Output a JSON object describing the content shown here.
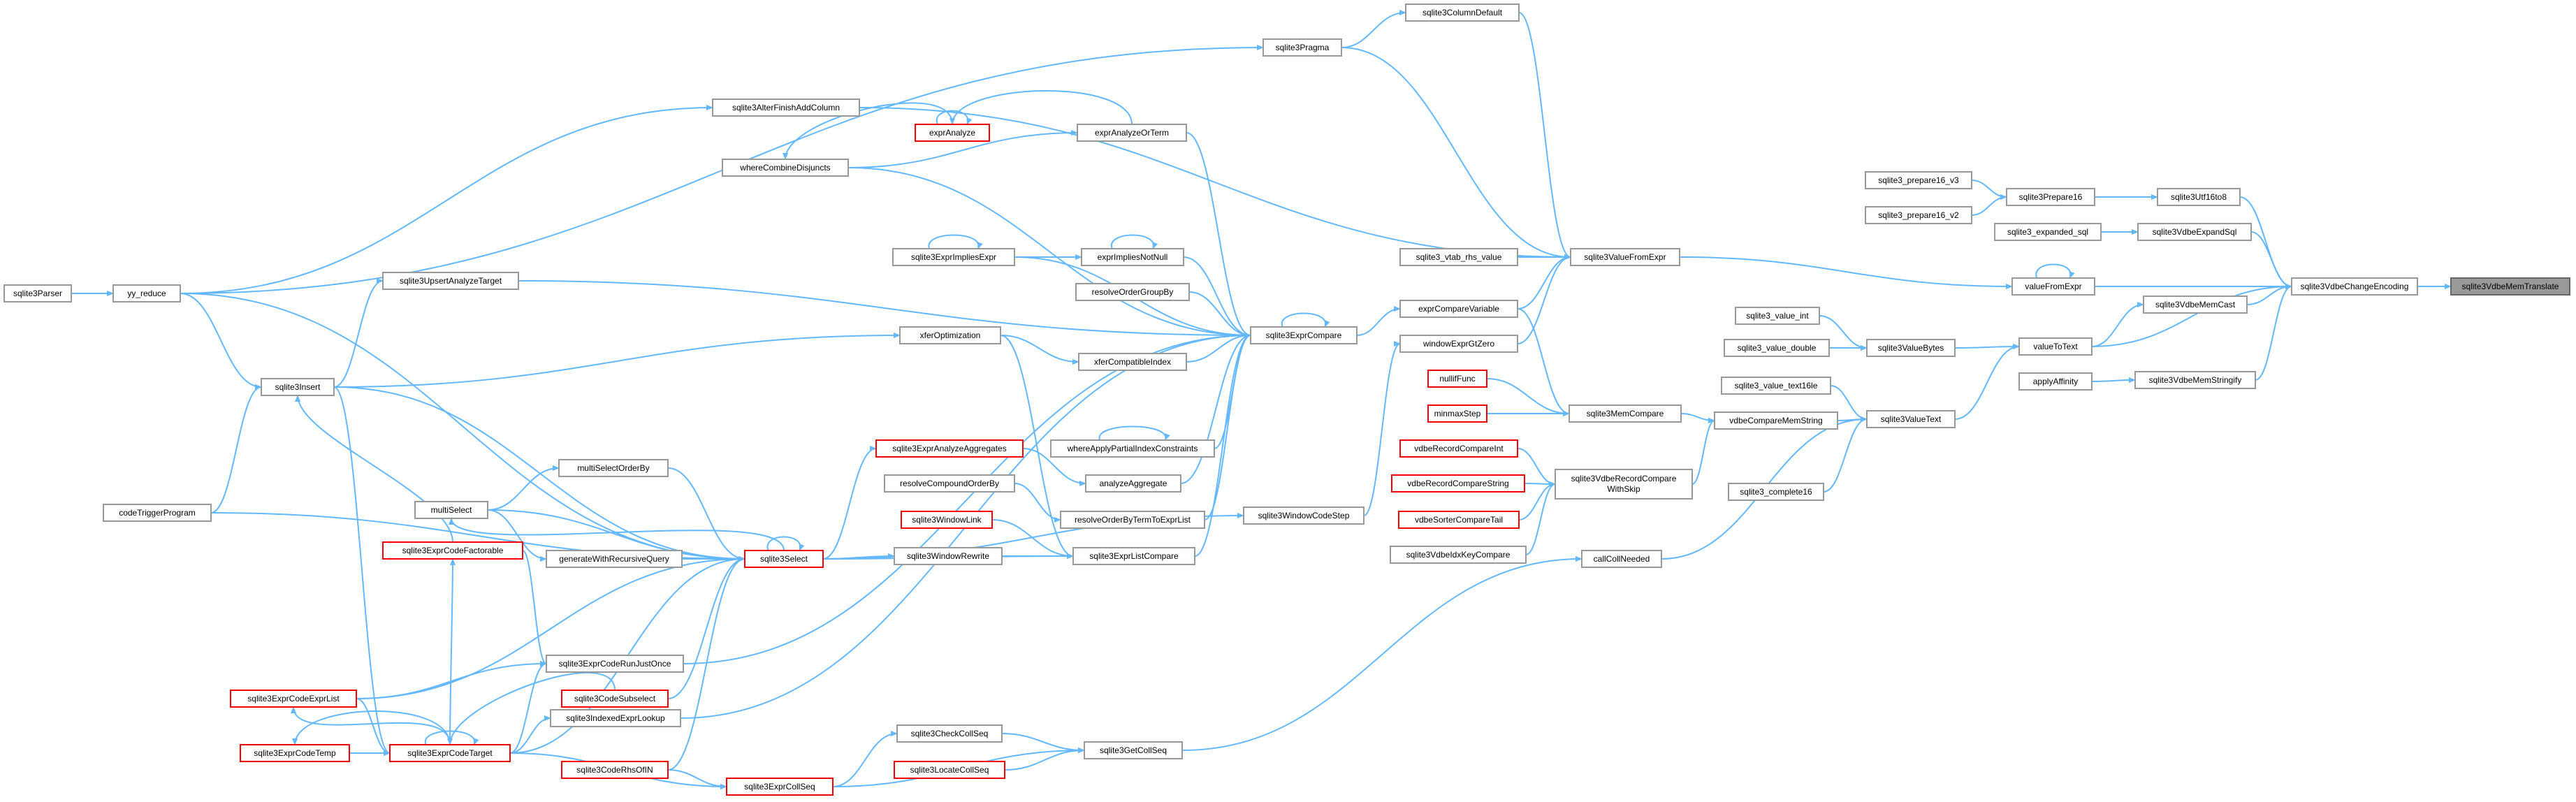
{
  "graph": {
    "root": "sqlite3VdbeMemTranslate",
    "nodes": [
      {
        "id": "root",
        "label": "sqlite3VdbeMemTranslate",
        "style": "root"
      },
      {
        "id": "sqlite3VdbeChangeEncoding",
        "label": "sqlite3VdbeChangeEncoding"
      },
      {
        "id": "sqlite3Utf16to8",
        "label": "sqlite3Utf16to8"
      },
      {
        "id": "sqlite3VdbeExpandSql",
        "label": "sqlite3VdbeExpandSql"
      },
      {
        "id": "valueFromExpr",
        "label": "valueFromExpr"
      },
      {
        "id": "sqlite3VdbeMemCast",
        "label": "sqlite3VdbeMemCast"
      },
      {
        "id": "sqlite3VdbeMemStringify",
        "label": "sqlite3VdbeMemStringify"
      },
      {
        "id": "sqlite3Prepare16",
        "label": "sqlite3Prepare16"
      },
      {
        "id": "sqlite3_prepare16_v3",
        "label": "sqlite3_prepare16_v3"
      },
      {
        "id": "sqlite3_prepare16_v2",
        "label": "sqlite3_prepare16_v2"
      },
      {
        "id": "sqlite3_expanded_sql",
        "label": "sqlite3_expanded_sql"
      },
      {
        "id": "valueToText",
        "label": "valueToText"
      },
      {
        "id": "applyAffinity",
        "label": "applyAffinity"
      },
      {
        "id": "sqlite3ValueFromExpr",
        "label": "sqlite3ValueFromExpr"
      },
      {
        "id": "sqlite3ValueBytes",
        "label": "sqlite3ValueBytes"
      },
      {
        "id": "sqlite3ValueText",
        "label": "sqlite3ValueText"
      },
      {
        "id": "sqlite3_value_int",
        "label": "sqlite3_value_int"
      },
      {
        "id": "sqlite3_value_double",
        "label": "sqlite3_value_double"
      },
      {
        "id": "sqlite3_value_text16le",
        "label": "sqlite3_value_text16le"
      },
      {
        "id": "vdbeCompareMemString",
        "label": "vdbeCompareMemString"
      },
      {
        "id": "sqlite3_complete16",
        "label": "sqlite3_complete16"
      },
      {
        "id": "callCollNeeded",
        "label": "callCollNeeded"
      },
      {
        "id": "sqlite3ColumnDefault",
        "label": "sqlite3ColumnDefault"
      },
      {
        "id": "sqlite3Pragma",
        "label": "sqlite3Pragma"
      },
      {
        "id": "sqlite3_vtab_rhs_value",
        "label": "sqlite3_vtab_rhs_value"
      },
      {
        "id": "exprCompareVariable",
        "label": "exprCompareVariable"
      },
      {
        "id": "windowExprGtZero",
        "label": "windowExprGtZero"
      },
      {
        "id": "sqlite3MemCompare",
        "label": "sqlite3MemCompare"
      },
      {
        "id": "nullifFunc",
        "label": "nullifFunc",
        "style": "red"
      },
      {
        "id": "minmaxStep",
        "label": "minmaxStep",
        "style": "red"
      },
      {
        "id": "sqlite3VdbeRecordCompareWithSkip",
        "label": "sqlite3VdbeRecordCompare",
        "label2": "WithSkip"
      },
      {
        "id": "vdbeRecordCompareInt",
        "label": "vdbeRecordCompareInt",
        "style": "red"
      },
      {
        "id": "vdbeRecordCompareString",
        "label": "vdbeRecordCompareString",
        "style": "red"
      },
      {
        "id": "vdbeSorterCompareTail",
        "label": "vdbeSorterCompareTail",
        "style": "red"
      },
      {
        "id": "sqlite3VdbeIdxKeyCompare",
        "label": "sqlite3VdbeIdxKeyCompare"
      },
      {
        "id": "sqlite3GetCollSeq",
        "label": "sqlite3GetCollSeq"
      },
      {
        "id": "sqlite3ExprCompare",
        "label": "sqlite3ExprCompare"
      },
      {
        "id": "sqlite3WindowCodeStep",
        "label": "sqlite3WindowCodeStep"
      },
      {
        "id": "sqlite3CheckCollSeq",
        "label": "sqlite3CheckCollSeq"
      },
      {
        "id": "sqlite3LocateCollSeq",
        "label": "sqlite3LocateCollSeq",
        "style": "red"
      },
      {
        "id": "sqlite3ExprCollSeq",
        "label": "sqlite3ExprCollSeq",
        "style": "red"
      },
      {
        "id": "sqlite3AlterFinishAddColumn",
        "label": "sqlite3AlterFinishAddColumn"
      },
      {
        "id": "exprAnalyze",
        "label": "exprAnalyze",
        "style": "red"
      },
      {
        "id": "exprAnalyzeOrTerm",
        "label": "exprAnalyzeOrTerm"
      },
      {
        "id": "whereCombineDisjuncts",
        "label": "whereCombineDisjuncts"
      },
      {
        "id": "sqlite3ExprImpliesExpr",
        "label": "sqlite3ExprImpliesExpr"
      },
      {
        "id": "exprImpliesNotNull",
        "label": "exprImpliesNotNull"
      },
      {
        "id": "resolveOrderGroupBy",
        "label": "resolveOrderGroupBy"
      },
      {
        "id": "xferCompatibleIndex",
        "label": "xferCompatibleIndex"
      },
      {
        "id": "xferOptimization",
        "label": "xferOptimization"
      },
      {
        "id": "whereApplyPartialIndexConstraints",
        "label": "whereApplyPartialIndexConstraints"
      },
      {
        "id": "analyzeAggregate",
        "label": "analyzeAggregate"
      },
      {
        "id": "sqlite3ExprAnalyzeAggregates",
        "label": "sqlite3ExprAnalyzeAggregates",
        "style": "red"
      },
      {
        "id": "resolveCompoundOrderBy",
        "label": "resolveCompoundOrderBy"
      },
      {
        "id": "resolveOrderByTermToExprList",
        "label": "resolveOrderByTermToExprList"
      },
      {
        "id": "sqlite3WindowLink",
        "label": "sqlite3WindowLink",
        "style": "red"
      },
      {
        "id": "sqlite3WindowRewrite",
        "label": "sqlite3WindowRewrite"
      },
      {
        "id": "sqlite3ExprListCompare",
        "label": "sqlite3ExprListCompare"
      },
      {
        "id": "sqlite3Select",
        "label": "sqlite3Select",
        "style": "red"
      },
      {
        "id": "sqlite3UpsertAnalyzeTarget",
        "label": "sqlite3UpsertAnalyzeTarget"
      },
      {
        "id": "sqlite3Insert",
        "label": "sqlite3Insert"
      },
      {
        "id": "multiSelectOrderBy",
        "label": "multiSelectOrderBy"
      },
      {
        "id": "multiSelect",
        "label": "multiSelect"
      },
      {
        "id": "sqlite3ExprCodeFactorable",
        "label": "sqlite3ExprCodeFactorable",
        "style": "red"
      },
      {
        "id": "generateWithRecursiveQuery",
        "label": "generateWithRecursiveQuery"
      },
      {
        "id": "sqlite3ExprCodeRunJustOnce",
        "label": "sqlite3ExprCodeRunJustOnce"
      },
      {
        "id": "sqlite3ExprCodeExprList",
        "label": "sqlite3ExprCodeExprList",
        "style": "red"
      },
      {
        "id": "sqlite3CodeSubselect",
        "label": "sqlite3CodeSubselect",
        "style": "red"
      },
      {
        "id": "sqlite3IndexedExprLookup",
        "label": "sqlite3IndexedExprLookup"
      },
      {
        "id": "sqlite3ExprCodeTemp",
        "label": "sqlite3ExprCodeTemp",
        "style": "red"
      },
      {
        "id": "sqlite3ExprCodeTarget",
        "label": "sqlite3ExprCodeTarget",
        "style": "red"
      },
      {
        "id": "sqlite3CodeRhsOfIN",
        "label": "sqlite3CodeRhsOfIN",
        "style": "red"
      },
      {
        "id": "yy_reduce",
        "label": "yy_reduce"
      },
      {
        "id": "sqlite3Parser",
        "label": "sqlite3Parser"
      },
      {
        "id": "codeTriggerProgram",
        "label": "codeTriggerProgram"
      }
    ],
    "edges": [
      [
        "sqlite3VdbeChangeEncoding",
        "root"
      ],
      [
        "sqlite3Utf16to8",
        "sqlite3VdbeChangeEncoding"
      ],
      [
        "sqlite3VdbeExpandSql",
        "sqlite3VdbeChangeEncoding"
      ],
      [
        "valueFromExpr",
        "sqlite3VdbeChangeEncoding"
      ],
      [
        "sqlite3VdbeMemCast",
        "sqlite3VdbeChangeEncoding"
      ],
      [
        "sqlite3VdbeMemStringify",
        "sqlite3VdbeChangeEncoding"
      ],
      [
        "valueToText",
        "sqlite3VdbeChangeEncoding"
      ],
      [
        "sqlite3Prepare16",
        "sqlite3Utf16to8"
      ],
      [
        "sqlite3_prepare16_v3",
        "sqlite3Prepare16"
      ],
      [
        "sqlite3_prepare16_v2",
        "sqlite3Prepare16"
      ],
      [
        "sqlite3_expanded_sql",
        "sqlite3VdbeExpandSql"
      ],
      [
        "valueFromExpr",
        "valueFromExpr"
      ],
      [
        "sqlite3ValueFromExpr",
        "valueFromExpr"
      ],
      [
        "valueToText",
        "sqlite3VdbeMemCast"
      ],
      [
        "applyAffinity",
        "sqlite3VdbeMemStringify"
      ],
      [
        "sqlite3ValueBytes",
        "valueToText"
      ],
      [
        "sqlite3ValueText",
        "valueToText"
      ],
      [
        "sqlite3_value_int",
        "sqlite3ValueBytes"
      ],
      [
        "sqlite3_value_double",
        "sqlite3ValueBytes"
      ],
      [
        "sqlite3_value_text16le",
        "sqlite3ValueText"
      ],
      [
        "vdbeCompareMemString",
        "sqlite3ValueText"
      ],
      [
        "sqlite3_complete16",
        "sqlite3ValueText"
      ],
      [
        "callCollNeeded",
        "sqlite3ValueText"
      ],
      [
        "sqlite3ColumnDefault",
        "sqlite3ValueFromExpr"
      ],
      [
        "sqlite3Pragma",
        "sqlite3ValueFromExpr"
      ],
      [
        "sqlite3_vtab_rhs_value",
        "sqlite3ValueFromExpr"
      ],
      [
        "exprCompareVariable",
        "sqlite3ValueFromExpr"
      ],
      [
        "windowExprGtZero",
        "sqlite3ValueFromExpr"
      ],
      [
        "sqlite3Pragma",
        "sqlite3ColumnDefault"
      ],
      [
        "sqlite3AlterFinishAddColumn",
        "sqlite3ValueFromExpr"
      ],
      [
        "sqlite3MemCompare",
        "vdbeCompareMemString"
      ],
      [
        "sqlite3VdbeRecordCompareWithSkip",
        "vdbeCompareMemString"
      ],
      [
        "exprCompareVariable",
        "sqlite3MemCompare"
      ],
      [
        "nullifFunc",
        "sqlite3MemCompare"
      ],
      [
        "minmaxStep",
        "sqlite3MemCompare"
      ],
      [
        "vdbeRecordCompareInt",
        "sqlite3VdbeRecordCompareWithSkip"
      ],
      [
        "vdbeRecordCompareString",
        "sqlite3VdbeRecordCompareWithSkip"
      ],
      [
        "vdbeSorterCompareTail",
        "sqlite3VdbeRecordCompareWithSkip"
      ],
      [
        "sqlite3VdbeIdxKeyCompare",
        "sqlite3VdbeRecordCompareWithSkip"
      ],
      [
        "sqlite3GetCollSeq",
        "callCollNeeded"
      ],
      [
        "sqlite3ExprCompare",
        "exprCompareVariable"
      ],
      [
        "sqlite3WindowCodeStep",
        "windowExprGtZero"
      ],
      [
        "sqlite3CheckCollSeq",
        "sqlite3GetCollSeq"
      ],
      [
        "sqlite3LocateCollSeq",
        "sqlite3GetCollSeq"
      ],
      [
        "sqlite3ExprCollSeq",
        "sqlite3GetCollSeq"
      ],
      [
        "sqlite3ExprCollSeq",
        "sqlite3CheckCollSeq"
      ],
      [
        "sqlite3ExprCompare",
        "sqlite3ExprCompare"
      ],
      [
        "sqlite3ExprListCompare",
        "sqlite3ExprCompare"
      ],
      [
        "exprAnalyzeOrTerm",
        "sqlite3ExprCompare"
      ],
      [
        "whereCombineDisjuncts",
        "sqlite3ExprCompare"
      ],
      [
        "sqlite3ExprImpliesExpr",
        "sqlite3ExprCompare"
      ],
      [
        "exprImpliesNotNull",
        "sqlite3ExprCompare"
      ],
      [
        "resolveOrderGroupBy",
        "sqlite3ExprCompare"
      ],
      [
        "xferCompatibleIndex",
        "sqlite3ExprCompare"
      ],
      [
        "whereApplyPartialIndexConstraints",
        "sqlite3ExprCompare"
      ],
      [
        "analyzeAggregate",
        "sqlite3ExprCompare"
      ],
      [
        "resolveOrderByTermToExprList",
        "sqlite3ExprCompare"
      ],
      [
        "sqlite3UpsertAnalyzeTarget",
        "sqlite3ExprCompare"
      ],
      [
        "sqlite3ExprCodeRunJustOnce",
        "sqlite3ExprCompare"
      ],
      [
        "sqlite3IndexedExprLookup",
        "sqlite3ExprCompare"
      ],
      [
        "sqlite3WindowRewrite",
        "sqlite3ExprListCompare"
      ],
      [
        "sqlite3Select",
        "sqlite3ExprListCompare"
      ],
      [
        "sqlite3WindowLink",
        "sqlite3ExprListCompare"
      ],
      [
        "xferOptimization",
        "sqlite3ExprListCompare"
      ],
      [
        "sqlite3Select",
        "sqlite3WindowCodeStep"
      ],
      [
        "sqlite3Select",
        "sqlite3WindowRewrite"
      ],
      [
        "exprAnalyze",
        "exprAnalyze"
      ],
      [
        "exprAnalyzeOrTerm",
        "exprAnalyze"
      ],
      [
        "whereCombineDisjuncts",
        "exprAnalyzeOrTerm"
      ],
      [
        "exprAnalyze",
        "whereCombineDisjuncts"
      ],
      [
        "sqlite3ExprImpliesExpr",
        "sqlite3ExprImpliesExpr"
      ],
      [
        "exprImpliesNotNull",
        "exprImpliesNotNull"
      ],
      [
        "sqlite3ExprImpliesExpr",
        "exprImpliesNotNull"
      ],
      [
        "xferOptimization",
        "xferCompatibleIndex"
      ],
      [
        "whereApplyPartialIndexConstraints",
        "whereApplyPartialIndexConstraints"
      ],
      [
        "sqlite3ExprAnalyzeAggregates",
        "analyzeAggregate"
      ],
      [
        "sqlite3Select",
        "sqlite3ExprAnalyzeAggregates"
      ],
      [
        "resolveCompoundOrderBy",
        "resolveOrderByTermToExprList"
      ],
      [
        "sqlite3Select",
        "sqlite3Select"
      ],
      [
        "multiSelect",
        "sqlite3Select"
      ],
      [
        "multiSelectOrderBy",
        "sqlite3Select"
      ],
      [
        "generateWithRecursiveQuery",
        "sqlite3Select"
      ],
      [
        "sqlite3ExprCodeExprList",
        "sqlite3Select"
      ],
      [
        "sqlite3CodeSubselect",
        "sqlite3Select"
      ],
      [
        "sqlite3ExprCodeTarget",
        "sqlite3Select"
      ],
      [
        "sqlite3CodeRhsOfIN",
        "sqlite3Select"
      ],
      [
        "sqlite3Insert",
        "sqlite3Select"
      ],
      [
        "yy_reduce",
        "sqlite3Select"
      ],
      [
        "codeTriggerProgram",
        "sqlite3Select"
      ],
      [
        "sqlite3Select",
        "multiSelect"
      ],
      [
        "multiSelect",
        "multiSelectOrderBy"
      ],
      [
        "multiSelect",
        "generateWithRecursiveQuery"
      ],
      [
        "sqlite3Insert",
        "xferOptimization"
      ],
      [
        "sqlite3Insert",
        "sqlite3UpsertAnalyzeTarget"
      ],
      [
        "yy_reduce",
        "sqlite3Insert"
      ],
      [
        "codeTriggerProgram",
        "sqlite3Insert"
      ],
      [
        "sqlite3Parser",
        "yy_reduce"
      ],
      [
        "yy_reduce",
        "sqlite3Pragma"
      ],
      [
        "yy_reduce",
        "sqlite3AlterFinishAddColumn"
      ],
      [
        "sqlite3ExprCodeFactorable",
        "sqlite3Insert"
      ],
      [
        "sqlite3ExprCodeFactorable",
        "sqlite3ExprCodeRunJustOnce"
      ],
      [
        "sqlite3ExprCodeExprList",
        "sqlite3ExprCodeRunJustOnce"
      ],
      [
        "sqlite3ExprCodeTarget",
        "sqlite3ExprCodeRunJustOnce"
      ],
      [
        "sqlite3ExprCodeTarget",
        "sqlite3ExprCodeFactorable"
      ],
      [
        "sqlite3ExprCodeTarget",
        "sqlite3ExprCodeExprList"
      ],
      [
        "sqlite3ExprCodeExprList",
        "sqlite3ExprCodeTarget"
      ],
      [
        "sqlite3ExprCodeTarget",
        "sqlite3ExprCodeTarget"
      ],
      [
        "sqlite3ExprCodeTemp",
        "sqlite3ExprCodeTarget"
      ],
      [
        "sqlite3ExprCodeTarget",
        "sqlite3ExprCodeTemp"
      ],
      [
        "sqlite3CodeSubselect",
        "sqlite3ExprCodeTarget"
      ],
      [
        "sqlite3ExprCodeTarget",
        "sqlite3IndexedExprLookup"
      ],
      [
        "sqlite3Insert",
        "sqlite3ExprCodeTarget"
      ],
      [
        "sqlite3ExprCodeTarget",
        "sqlite3ExprCollSeq"
      ],
      [
        "sqlite3CodeRhsOfIN",
        "sqlite3ExprCollSeq"
      ]
    ]
  }
}
